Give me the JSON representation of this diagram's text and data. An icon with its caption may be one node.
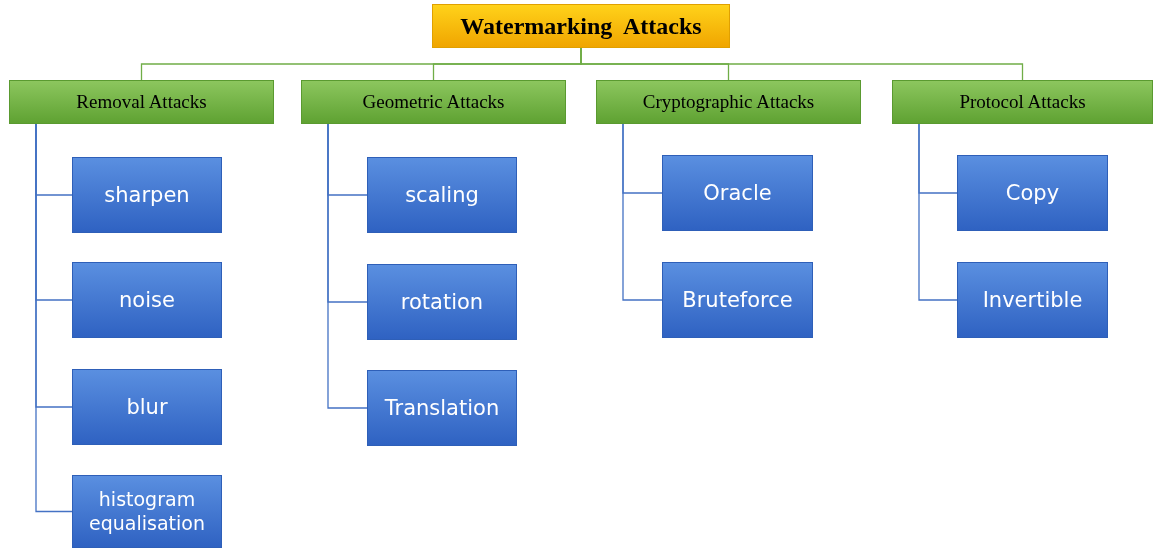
{
  "diagram": {
    "nodes": [
      {
        "text": [
          "Watermarking  Attacks"
        ]
      },
      {
        "text": [
          "Removal Attacks"
        ]
      },
      {
        "text": [
          "Geometric Attacks"
        ]
      },
      {
        "text": [
          "Cryptographic Attacks"
        ]
      },
      {
        "text": [
          "Protocol Attacks"
        ]
      },
      {
        "text": [
          "sharpen"
        ]
      },
      {
        "text": [
          "noise"
        ]
      },
      {
        "text": [
          "blur"
        ]
      },
      {
        "text": [
          "histogram equalisation"
        ]
      },
      {
        "text": [
          "scaling"
        ]
      },
      {
        "text": [
          "rotation"
        ]
      },
      {
        "text": [
          "Translation"
        ]
      },
      {
        "text": [
          "Oracle"
        ]
      },
      {
        "text": [
          "Bruteforce"
        ]
      },
      {
        "text": [
          "Copy"
        ]
      },
      {
        "text": [
          "Invertible"
        ]
      }
    ],
    "edges": [
      {
        "from": 0,
        "to": 1,
        "arrow": "none",
        "color": "#70ad47"
      },
      {
        "from": 0,
        "to": 2,
        "arrow": "none",
        "color": "#70ad47"
      },
      {
        "from": 0,
        "to": 3,
        "arrow": "none",
        "color": "#70ad47"
      },
      {
        "from": 0,
        "to": 4,
        "arrow": "none",
        "color": "#70ad47"
      },
      {
        "from": 1,
        "to": 5,
        "arrow": "none"
      },
      {
        "from": 1,
        "to": 6,
        "arrow": "none"
      },
      {
        "from": 1,
        "to": 7,
        "arrow": "none"
      },
      {
        "from": 1,
        "to": 8,
        "arrow": "none"
      },
      {
        "from": 2,
        "to": 9,
        "arrow": "none"
      },
      {
        "from": 2,
        "to": 10,
        "arrow": "none"
      },
      {
        "from": 2,
        "to": 11,
        "arrow": "none"
      },
      {
        "from": 3,
        "to": 12,
        "arrow": "none"
      },
      {
        "from": 3,
        "to": 13,
        "arrow": "none"
      },
      {
        "from": 4,
        "to": 14,
        "arrow": "none"
      },
      {
        "from": 4,
        "to": 15,
        "arrow": "none"
      }
    ]
  }
}
